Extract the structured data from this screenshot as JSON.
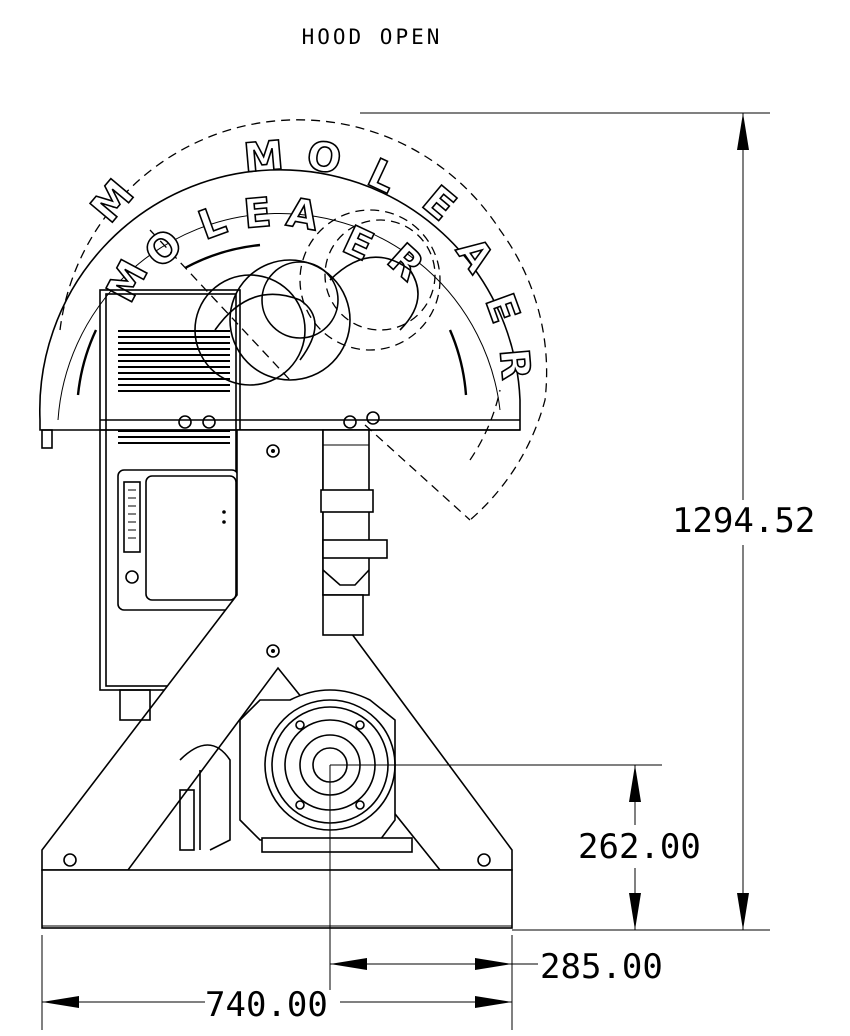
{
  "view_title": "HOOD OPEN",
  "logo": {
    "outer_text": "MOLEAER",
    "inner_text": "MOLEAER",
    "orbit_letters": "OLE"
  },
  "dimensions": {
    "overall_height": "1294.52",
    "outlet_height": "262.00",
    "outlet_offset": "285.00",
    "overall_width": "740.00"
  }
}
